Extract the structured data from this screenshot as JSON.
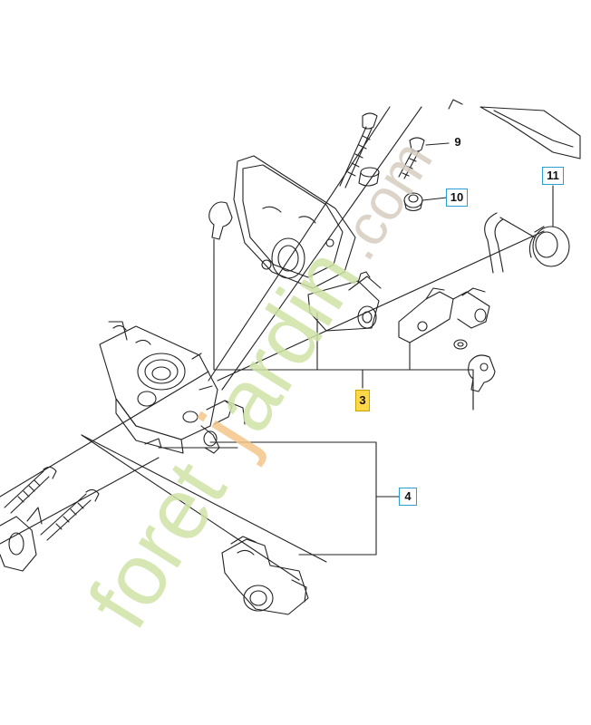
{
  "callouts": {
    "c9": "9",
    "c10": "10",
    "c11": "11",
    "c3": "3",
    "c4": "4"
  },
  "colors": {
    "callout_border": "#2a9fd6",
    "highlight_fill": "#ffd84a",
    "watermark_green": "#cfe3a6",
    "watermark_orange": "#f3c58a",
    "watermark_gray": "#d6cdbf",
    "line": "#222222"
  },
  "watermark": {
    "text_left": "foret",
    "text_accent": "j",
    "text_right": "ardin",
    "text_suffix": ".com"
  }
}
